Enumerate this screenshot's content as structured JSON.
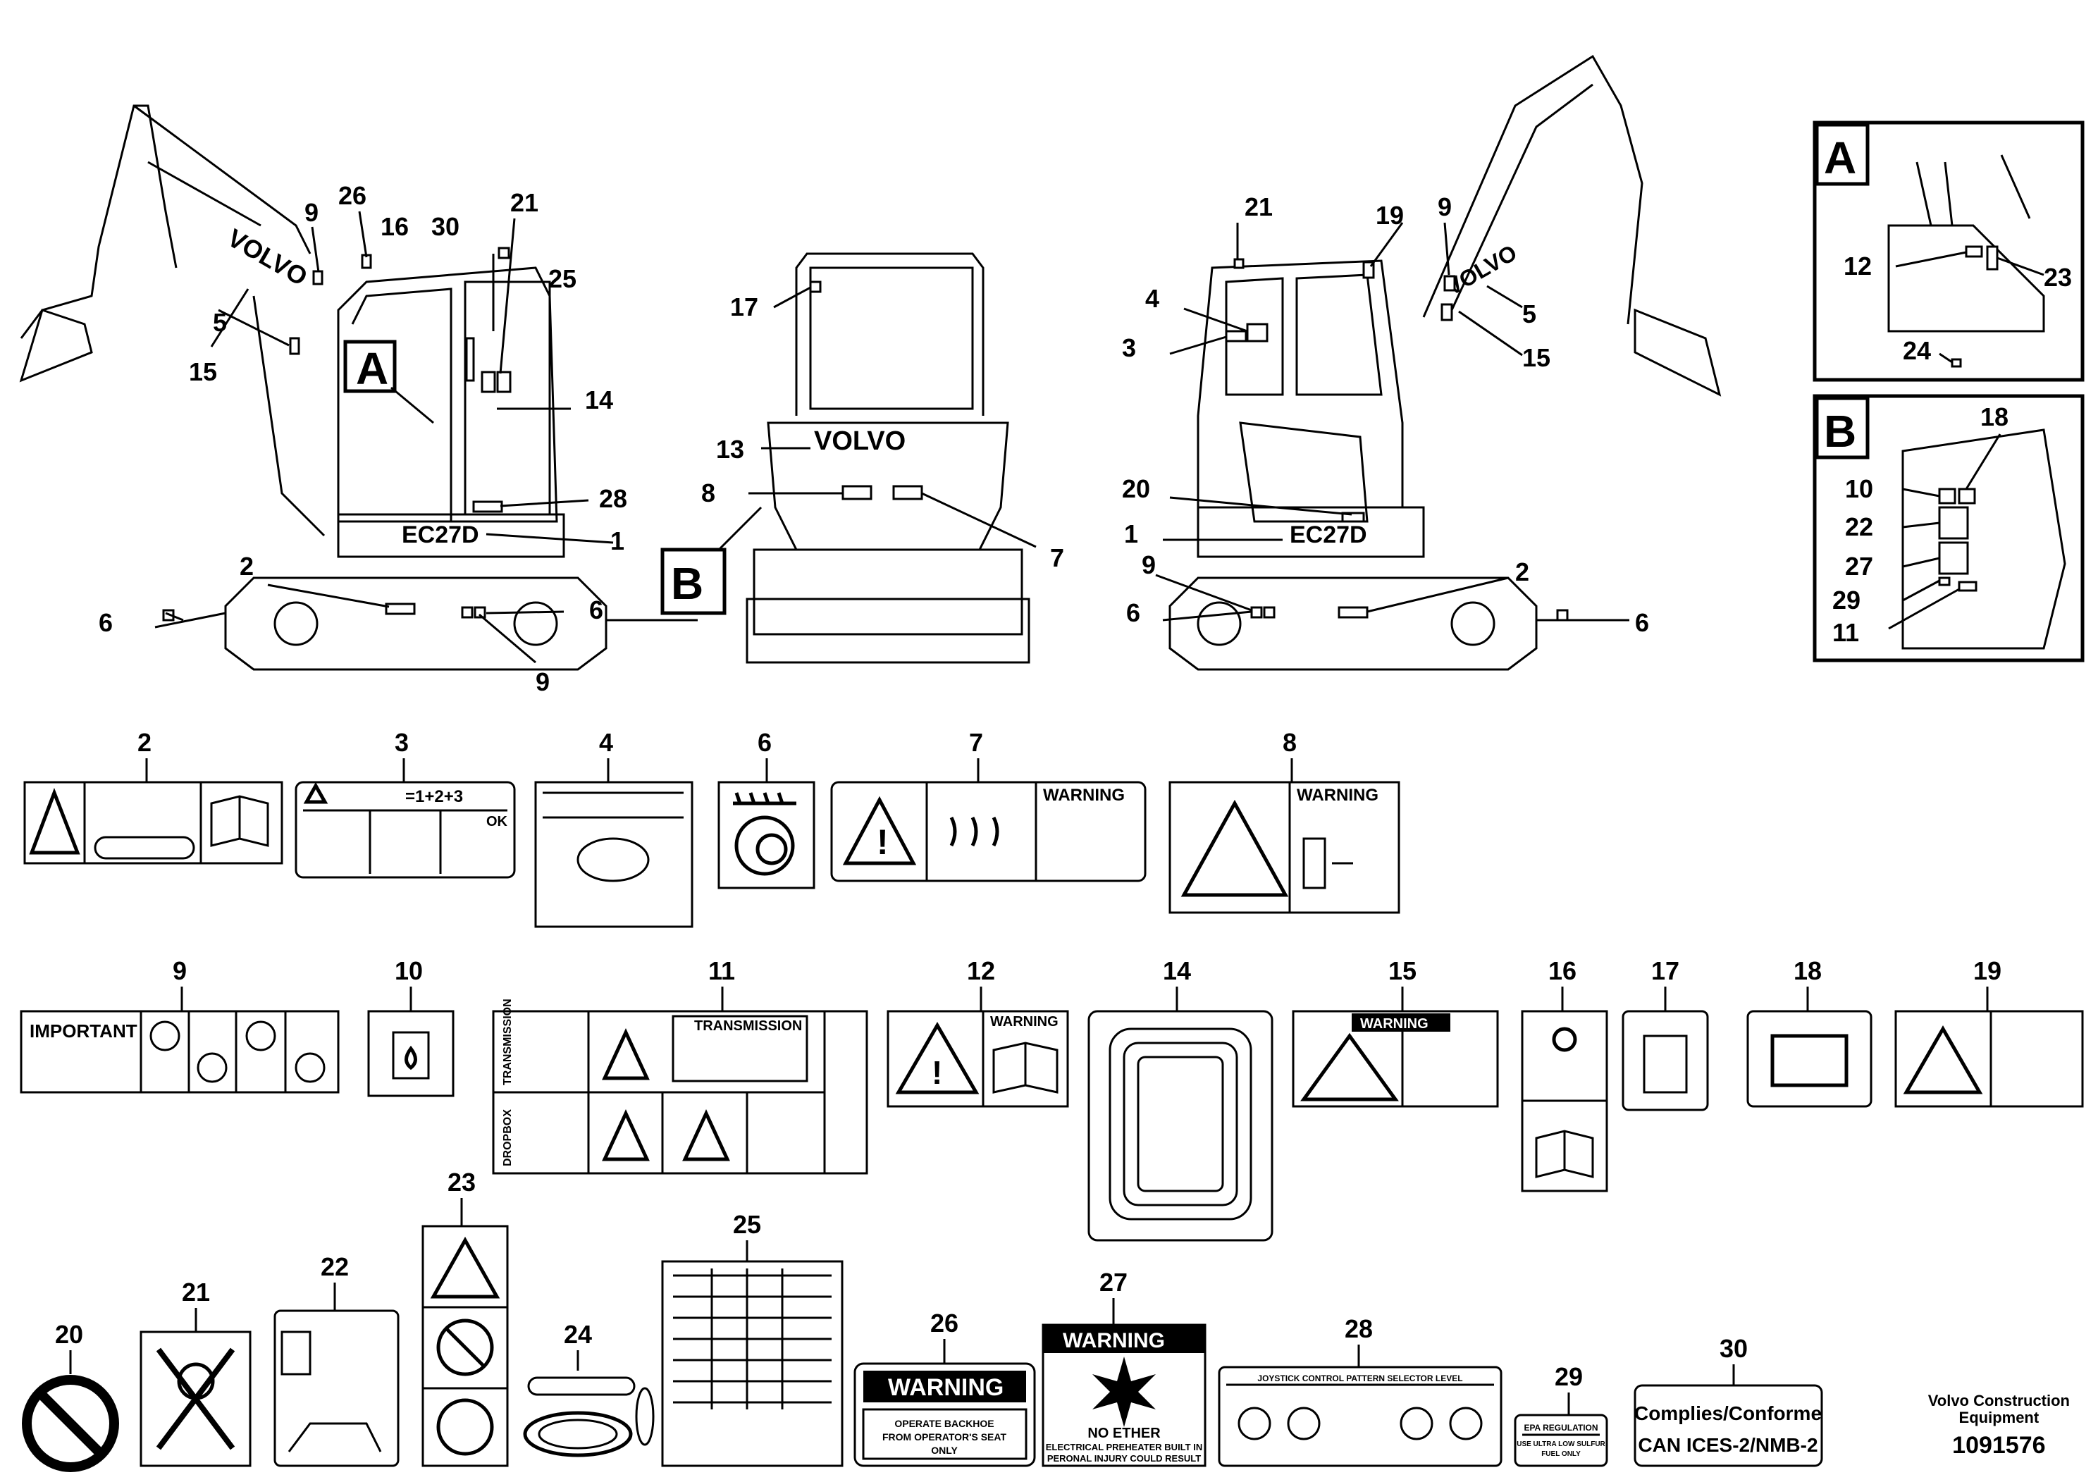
{
  "insets": {
    "a": "A",
    "b": "B"
  },
  "brand_text": "VOLVO",
  "model_text": "EC27D",
  "decals": {
    "d2": {
      "num": "2"
    },
    "d3": {
      "num": "3",
      "formula": "=1+2+3",
      "ok": "OK"
    },
    "d4": {
      "num": "4"
    },
    "d6": {
      "num": "6"
    },
    "d7": {
      "num": "7",
      "warning": "WARNING"
    },
    "d8": {
      "num": "8",
      "warning": "WARNING"
    },
    "d9": {
      "num": "9",
      "important": "IMPORTANT"
    },
    "d10": {
      "num": "10"
    },
    "d11": {
      "num": "11",
      "transmission": "TRANSMISSION",
      "transmission_side": "TRANSMISSION",
      "dropbox": "DROPBOX"
    },
    "d12": {
      "num": "12",
      "warning": "WARNING"
    },
    "d14": {
      "num": "14"
    },
    "d15": {
      "num": "15",
      "warning": "WARNING"
    },
    "d16": {
      "num": "16"
    },
    "d17": {
      "num": "17"
    },
    "d18": {
      "num": "18"
    },
    "d19": {
      "num": "19"
    },
    "d20": {
      "num": "20"
    },
    "d21": {
      "num": "21"
    },
    "d22": {
      "num": "22"
    },
    "d23": {
      "num": "23"
    },
    "d24": {
      "num": "24"
    },
    "d25": {
      "num": "25"
    },
    "d26": {
      "num": "26",
      "warning": "WARNING",
      "text1": "OPERATE BACKHOE",
      "text2": "FROM OPERATOR'S SEAT",
      "text3": "ONLY"
    },
    "d27": {
      "num": "27",
      "warning": "WARNING",
      "text1": "NO ETHER",
      "text2": "ELECTRICAL PREHEATER BUILT IN",
      "text3": "PERONAL INJURY COULD RESULT"
    },
    "d28": {
      "num": "28",
      "title": "JOYSTICK CONTROL PATTERN SELECTOR LEVEL"
    },
    "d29": {
      "num": "29",
      "title": "EPA REGULATION",
      "text1": "USE ULTRA LOW SULFUR",
      "text2": "FUEL ONLY"
    },
    "d30": {
      "num": "30",
      "text1": "Complies/Conforme",
      "text2": "CAN ICES-2/NMB-2"
    }
  },
  "footer": {
    "company1": "Volvo Construction",
    "company2": "Equipment",
    "doc_number": "1091576"
  }
}
